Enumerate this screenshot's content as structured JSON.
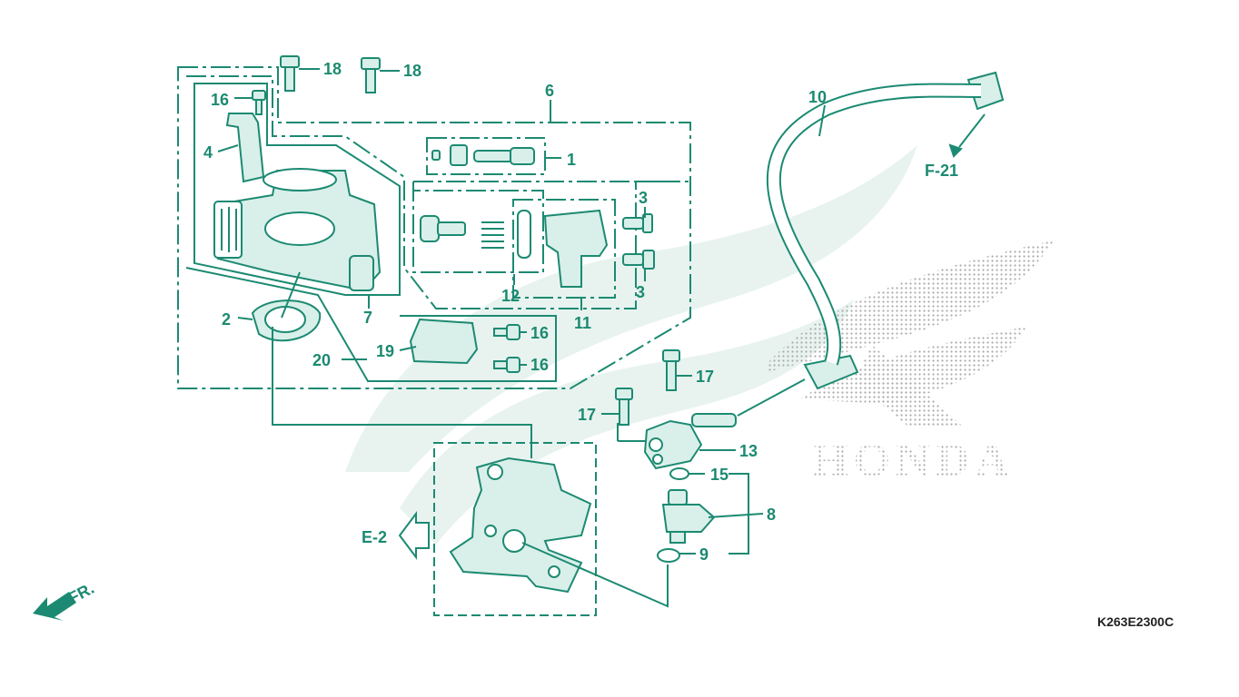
{
  "diagram": {
    "colors": {
      "line": "#1c8a72",
      "fill": "#d9efe9",
      "watermark": "#e8f3f0",
      "text": "#1c8a72",
      "code_text": "#222222"
    },
    "callouts": [
      {
        "id": "c1",
        "text": "1"
      },
      {
        "id": "c2",
        "text": "2"
      },
      {
        "id": "c3a",
        "text": "3"
      },
      {
        "id": "c3b",
        "text": "3"
      },
      {
        "id": "c4",
        "text": "4"
      },
      {
        "id": "c6",
        "text": "6"
      },
      {
        "id": "c7",
        "text": "7"
      },
      {
        "id": "c8",
        "text": "8"
      },
      {
        "id": "c9",
        "text": "9"
      },
      {
        "id": "c10",
        "text": "10"
      },
      {
        "id": "c11",
        "text": "11"
      },
      {
        "id": "c12",
        "text": "12"
      },
      {
        "id": "c13",
        "text": "13"
      },
      {
        "id": "c15",
        "text": "15"
      },
      {
        "id": "c16a",
        "text": "16"
      },
      {
        "id": "c16b",
        "text": "16"
      },
      {
        "id": "c16c",
        "text": "16"
      },
      {
        "id": "c17a",
        "text": "17"
      },
      {
        "id": "c17b",
        "text": "17"
      },
      {
        "id": "c18a",
        "text": "18"
      },
      {
        "id": "c18b",
        "text": "18"
      },
      {
        "id": "c19",
        "text": "19"
      },
      {
        "id": "c20",
        "text": "20"
      }
    ],
    "references": {
      "f21": "F-21",
      "e2": "E-2",
      "front": "FR."
    },
    "watermark_text": "HONDA",
    "diagram_code": "K263E2300C"
  }
}
